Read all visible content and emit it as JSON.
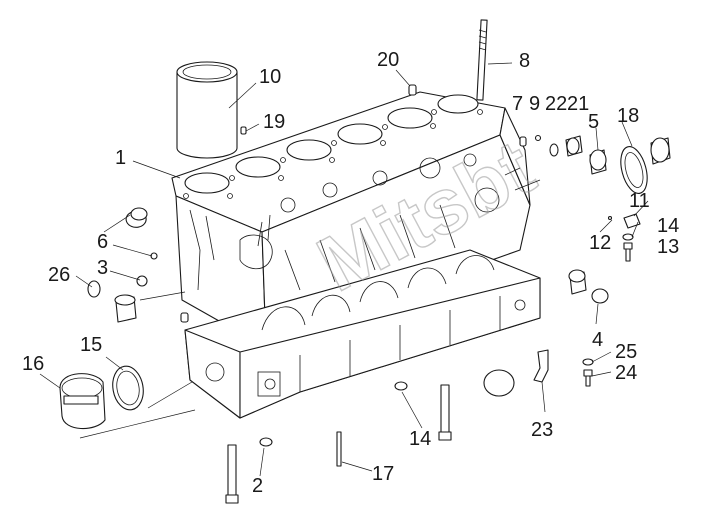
{
  "figure": {
    "watermark_text": "Mitsbt",
    "callouts": [
      "1",
      "2",
      "3",
      "4",
      "5",
      "6",
      "7",
      "8",
      "9",
      "10",
      "11",
      "12",
      "13",
      "14",
      "14",
      "15",
      "16",
      "17",
      "18",
      "19",
      "20",
      "21",
      "22",
      "23",
      "24",
      "25",
      "26"
    ]
  }
}
